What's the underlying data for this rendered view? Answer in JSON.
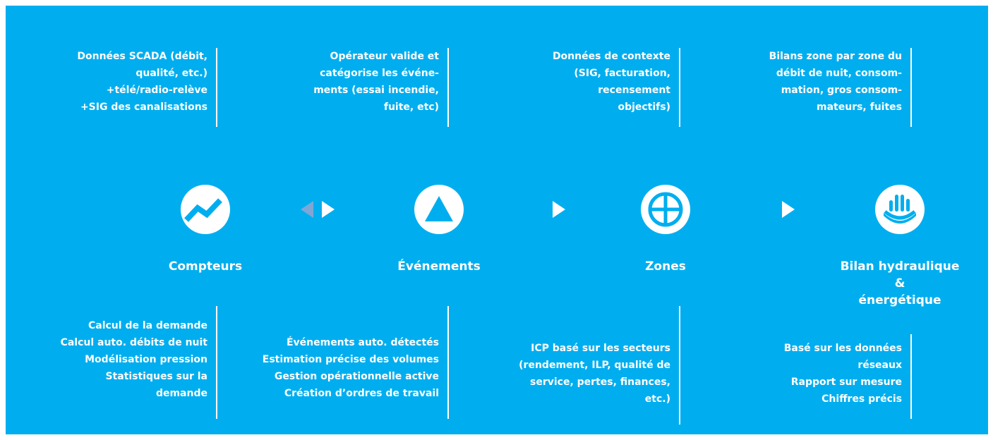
{
  "top_blocks": [
    {
      "lines": [
        "Données SCADA (débit,",
        "qualité, etc.)",
        "+télé/radio-relève",
        "+SIG des canalisations"
      ]
    },
    {
      "lines": [
        "Opérateur valide et",
        "catégorise les événe-",
        "ments (essai incendie,",
        "fuite, etc)"
      ]
    },
    {
      "lines": [
        "Données de contexte",
        "(SIG, facturation,",
        "recensement",
        "objectifs)"
      ]
    },
    {
      "lines": [
        "Bilans zone par zone du",
        "débit de nuit, consom-",
        "mation, gros consom-",
        "mateurs, fuites"
      ]
    }
  ],
  "stages": [
    {
      "label": "Compteurs",
      "icon": "trend-line-icon"
    },
    {
      "label": "Événements",
      "icon": "triangle-icon"
    },
    {
      "label": "Zones",
      "icon": "crosshair-circle-icon"
    },
    {
      "label_lines": [
        "Bilan hydraulique",
        "&",
        "énergétique"
      ],
      "icon": "hand-water-icon"
    }
  ],
  "bottom_blocks": [
    {
      "lines": [
        "Calcul de la demande",
        "Calcul auto. débits de nuit",
        "Modélisation pression",
        "Statistiques sur la",
        "demande"
      ]
    },
    {
      "lines": [
        "Événements auto. détectés",
        "Estimation précise des volumes",
        "Gestion opérationnelle active",
        "Création d’ordres de travail"
      ]
    },
    {
      "lines": [
        "ICP basé sur les secteurs",
        "(rendement, ILP, qualité de",
        "service, pertes, finances,",
        "etc.)"
      ]
    },
    {
      "lines": [
        "Basé sur les données",
        "réseaux",
        "Rapport sur mesure",
        "Chiffres précis"
      ]
    }
  ],
  "colors": {
    "background": "#00aeef",
    "foreground": "#ffffff",
    "faded_arrow": "#7fa7d6"
  }
}
